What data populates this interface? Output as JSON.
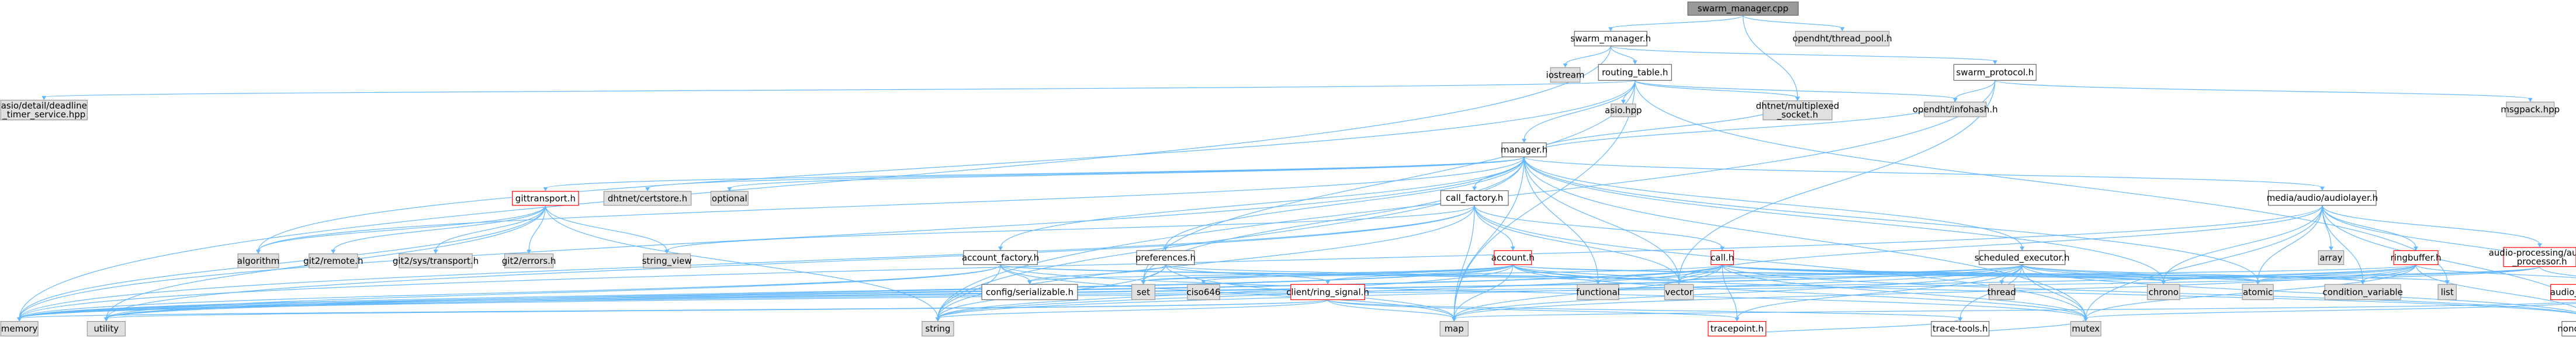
{
  "graph": {
    "title": "swarm_manager.cpp",
    "nodes": [
      {
        "id": "root",
        "label": [
          "swarm_manager.cpp"
        ],
        "style": "root"
      },
      {
        "id": "swarm_manager_h",
        "label": [
          "swarm_manager.h"
        ],
        "style": "doc"
      },
      {
        "id": "opendht_thread_pool",
        "label": [
          "opendht/thread_pool.h"
        ],
        "style": "ext"
      },
      {
        "id": "iostream",
        "label": [
          "iostream"
        ],
        "style": "ext"
      },
      {
        "id": "routing_table_h",
        "label": [
          "routing_table.h"
        ],
        "style": "doc"
      },
      {
        "id": "swarm_protocol_h",
        "label": [
          "swarm_protocol.h"
        ],
        "style": "doc"
      },
      {
        "id": "asio_deadline",
        "label": [
          "asio/detail/deadline",
          "_timer_service.hpp"
        ],
        "style": "ext"
      },
      {
        "id": "manager_h",
        "label": [
          "manager.h"
        ],
        "style": "doc"
      },
      {
        "id": "asio_hpp",
        "label": [
          "asio.hpp"
        ],
        "style": "ext"
      },
      {
        "id": "dhtnet_multiplexed",
        "label": [
          "dhtnet/multiplexed",
          "_socket.h"
        ],
        "style": "ext"
      },
      {
        "id": "opendht_infohash",
        "label": [
          "opendht/infohash.h"
        ],
        "style": "ext"
      },
      {
        "id": "msgpack_hpp",
        "label": [
          "msgpack.hpp"
        ],
        "style": "ext"
      },
      {
        "id": "gittransport_h",
        "label": [
          "gittransport.h"
        ],
        "style": "red"
      },
      {
        "id": "dhtnet_certstore",
        "label": [
          "dhtnet/certstore.h"
        ],
        "style": "ext"
      },
      {
        "id": "optional",
        "label": [
          "optional"
        ],
        "style": "ext"
      },
      {
        "id": "call_factory_h",
        "label": [
          "call_factory.h"
        ],
        "style": "doc"
      },
      {
        "id": "media_audiolayer",
        "label": [
          "media/audio/audiolayer.h"
        ],
        "style": "doc"
      },
      {
        "id": "algorithm",
        "label": [
          "algorithm"
        ],
        "style": "ext"
      },
      {
        "id": "git2_remote",
        "label": [
          "git2/remote.h"
        ],
        "style": "ext"
      },
      {
        "id": "git2_sys_transport",
        "label": [
          "git2/sys/transport.h"
        ],
        "style": "ext"
      },
      {
        "id": "git2_errors",
        "label": [
          "git2/errors.h"
        ],
        "style": "ext"
      },
      {
        "id": "string_view",
        "label": [
          "string_view"
        ],
        "style": "ext"
      },
      {
        "id": "account_factory_h",
        "label": [
          "account_factory.h"
        ],
        "style": "doc"
      },
      {
        "id": "preferences_h",
        "label": [
          "preferences.h"
        ],
        "style": "doc"
      },
      {
        "id": "account_h",
        "label": [
          "account.h"
        ],
        "style": "red"
      },
      {
        "id": "call_h",
        "label": [
          "call.h"
        ],
        "style": "red"
      },
      {
        "id": "scheduled_executor_h",
        "label": [
          "scheduled_executor.h"
        ],
        "style": "doc"
      },
      {
        "id": "array",
        "label": [
          "array"
        ],
        "style": "ext"
      },
      {
        "id": "ringbuffer_h",
        "label": [
          "ringbuffer.h"
        ],
        "style": "red"
      },
      {
        "id": "audio_processing",
        "label": [
          "audio-processing/audio",
          "_processor.h"
        ],
        "style": "red"
      },
      {
        "id": "config_serializable",
        "label": [
          "config/serializable.h"
        ],
        "style": "doc"
      },
      {
        "id": "set",
        "label": [
          "set"
        ],
        "style": "ext"
      },
      {
        "id": "ciso646",
        "label": [
          "ciso646"
        ],
        "style": "ext"
      },
      {
        "id": "client_ring_signal",
        "label": [
          "client/ring_signal.h"
        ],
        "style": "red"
      },
      {
        "id": "functional",
        "label": [
          "functional"
        ],
        "style": "ext"
      },
      {
        "id": "vector",
        "label": [
          "vector"
        ],
        "style": "ext"
      },
      {
        "id": "thread",
        "label": [
          "thread"
        ],
        "style": "ext"
      },
      {
        "id": "chrono",
        "label": [
          "chrono"
        ],
        "style": "ext"
      },
      {
        "id": "atomic",
        "label": [
          "atomic"
        ],
        "style": "ext"
      },
      {
        "id": "condition_variable",
        "label": [
          "condition_variable"
        ],
        "style": "ext"
      },
      {
        "id": "list",
        "label": [
          "list"
        ],
        "style": "ext"
      },
      {
        "id": "audio_frame_resizer",
        "label": [
          "audio_frame_resizer.h"
        ],
        "style": "red"
      },
      {
        "id": "memory",
        "label": [
          "memory"
        ],
        "style": "ext"
      },
      {
        "id": "utility",
        "label": [
          "utility"
        ],
        "style": "ext"
      },
      {
        "id": "string",
        "label": [
          "string"
        ],
        "style": "ext"
      },
      {
        "id": "map",
        "label": [
          "map"
        ],
        "style": "ext"
      },
      {
        "id": "tracepoint_h",
        "label": [
          "tracepoint.h"
        ],
        "style": "red"
      },
      {
        "id": "trace_tools",
        "label": [
          "trace-tools.h"
        ],
        "style": "doc"
      },
      {
        "id": "mutex",
        "label": [
          "mutex"
        ],
        "style": "ext"
      },
      {
        "id": "noncopyable_h",
        "label": [
          "noncopyable.h"
        ],
        "style": "doc"
      }
    ],
    "edges": [
      [
        "root",
        "swarm_manager_h"
      ],
      [
        "root",
        "opendht_thread_pool"
      ],
      [
        "root",
        "dhtnet_multiplexed"
      ],
      [
        "swarm_manager_h",
        "iostream"
      ],
      [
        "swarm_manager_h",
        "routing_table_h"
      ],
      [
        "swarm_manager_h",
        "swarm_protocol_h"
      ],
      [
        "swarm_manager_h",
        "memory"
      ],
      [
        "routing_table_h",
        "asio_deadline"
      ],
      [
        "routing_table_h",
        "manager_h"
      ],
      [
        "routing_table_h",
        "asio_hpp"
      ],
      [
        "routing_table_h",
        "dhtnet_multiplexed"
      ],
      [
        "routing_table_h",
        "opendht_infohash"
      ],
      [
        "routing_table_h",
        "algorithm"
      ],
      [
        "routing_table_h",
        "list"
      ],
      [
        "routing_table_h",
        "set"
      ],
      [
        "routing_table_h",
        "map"
      ],
      [
        "swarm_protocol_h",
        "opendht_infohash"
      ],
      [
        "swarm_protocol_h",
        "msgpack_hpp"
      ],
      [
        "swarm_protocol_h",
        "vector"
      ],
      [
        "swarm_protocol_h",
        "string"
      ],
      [
        "manager_h",
        "gittransport_h"
      ],
      [
        "manager_h",
        "dhtnet_certstore"
      ],
      [
        "manager_h",
        "optional"
      ],
      [
        "manager_h",
        "call_factory_h"
      ],
      [
        "manager_h",
        "media_audiolayer"
      ],
      [
        "manager_h",
        "account_factory_h"
      ],
      [
        "manager_h",
        "preferences_h"
      ],
      [
        "manager_h",
        "scheduled_executor_h"
      ],
      [
        "manager_h",
        "algorithm"
      ],
      [
        "manager_h",
        "memory"
      ],
      [
        "manager_h",
        "functional"
      ],
      [
        "manager_h",
        "vector"
      ],
      [
        "manager_h",
        "atomic"
      ],
      [
        "manager_h",
        "string"
      ],
      [
        "manager_h",
        "map"
      ],
      [
        "manager_h",
        "set"
      ],
      [
        "manager_h",
        "chrono"
      ],
      [
        "manager_h",
        "mutex"
      ],
      [
        "manager_h",
        "dhtnet_multiplexed"
      ],
      [
        "manager_h",
        "opendht_infohash"
      ],
      [
        "gittransport_h",
        "algorithm"
      ],
      [
        "gittransport_h",
        "git2_remote"
      ],
      [
        "gittransport_h",
        "git2_sys_transport"
      ],
      [
        "gittransport_h",
        "git2_errors"
      ],
      [
        "gittransport_h",
        "string_view"
      ],
      [
        "gittransport_h",
        "memory"
      ],
      [
        "gittransport_h",
        "string"
      ],
      [
        "gittransport_h",
        "utility"
      ],
      [
        "call_factory_h",
        "account_h"
      ],
      [
        "call_factory_h",
        "call_h"
      ],
      [
        "call_factory_h",
        "string_view"
      ],
      [
        "call_factory_h",
        "map"
      ],
      [
        "call_factory_h",
        "memory"
      ],
      [
        "call_factory_h",
        "mutex"
      ],
      [
        "call_factory_h",
        "vector"
      ],
      [
        "call_factory_h",
        "utility"
      ],
      [
        "call_factory_h",
        "string"
      ],
      [
        "media_audiolayer",
        "array"
      ],
      [
        "media_audiolayer",
        "ringbuffer_h"
      ],
      [
        "media_audiolayer",
        "audio_processing"
      ],
      [
        "media_audiolayer",
        "noncopyable_h"
      ],
      [
        "media_audiolayer",
        "chrono"
      ],
      [
        "media_audiolayer",
        "atomic"
      ],
      [
        "media_audiolayer",
        "condition_variable"
      ],
      [
        "media_audiolayer",
        "mutex"
      ],
      [
        "media_audiolayer",
        "vector"
      ],
      [
        "media_audiolayer",
        "audio_frame_resizer"
      ],
      [
        "media_audiolayer",
        "memory"
      ],
      [
        "account_factory_h",
        "config_serializable"
      ],
      [
        "account_factory_h",
        "memory"
      ],
      [
        "account_factory_h",
        "string"
      ],
      [
        "account_factory_h",
        "map"
      ],
      [
        "account_factory_h",
        "vector"
      ],
      [
        "account_factory_h",
        "utility"
      ],
      [
        "account_factory_h",
        "functional"
      ],
      [
        "account_factory_h",
        "mutex"
      ],
      [
        "preferences_h",
        "config_serializable"
      ],
      [
        "preferences_h",
        "client_ring_signal"
      ],
      [
        "preferences_h",
        "string"
      ],
      [
        "preferences_h",
        "map"
      ],
      [
        "preferences_h",
        "set"
      ],
      [
        "preferences_h",
        "vector"
      ],
      [
        "account_h",
        "client_ring_signal"
      ],
      [
        "account_h",
        "set"
      ],
      [
        "account_h",
        "ciso646"
      ],
      [
        "account_h",
        "functional"
      ],
      [
        "account_h",
        "vector"
      ],
      [
        "account_h",
        "memory"
      ],
      [
        "account_h",
        "string"
      ],
      [
        "account_h",
        "map"
      ],
      [
        "account_h",
        "mutex"
      ],
      [
        "account_h",
        "chrono"
      ],
      [
        "account_h",
        "atomic"
      ],
      [
        "account_h",
        "config_serializable"
      ],
      [
        "account_h",
        "noncopyable_h"
      ],
      [
        "account_h",
        "utility"
      ],
      [
        "call_h",
        "functional"
      ],
      [
        "call_h",
        "vector"
      ],
      [
        "call_h",
        "set"
      ],
      [
        "call_h",
        "chrono"
      ],
      [
        "call_h",
        "condition_variable"
      ],
      [
        "call_h",
        "list"
      ],
      [
        "call_h",
        "memory"
      ],
      [
        "call_h",
        "string"
      ],
      [
        "call_h",
        "map"
      ],
      [
        "call_h",
        "mutex"
      ],
      [
        "call_h",
        "atomic"
      ],
      [
        "call_h",
        "noncopyable_h"
      ],
      [
        "call_h",
        "tracepoint_h"
      ],
      [
        "call_h",
        "utility"
      ],
      [
        "scheduled_executor_h",
        "thread"
      ],
      [
        "scheduled_executor_h",
        "functional"
      ],
      [
        "scheduled_executor_h",
        "vector"
      ],
      [
        "scheduled_executor_h",
        "chrono"
      ],
      [
        "scheduled_executor_h",
        "atomic"
      ],
      [
        "scheduled_executor_h",
        "condition_variable"
      ],
      [
        "scheduled_executor_h",
        "map"
      ],
      [
        "scheduled_executor_h",
        "mutex"
      ],
      [
        "scheduled_executor_h",
        "memory"
      ],
      [
        "scheduled_executor_h",
        "noncopyable_h"
      ],
      [
        "scheduled_executor_h",
        "trace_tools"
      ],
      [
        "scheduled_executor_h",
        "tracepoint_h"
      ],
      [
        "scheduled_executor_h",
        "utility"
      ],
      [
        "scheduled_executor_h",
        "string"
      ],
      [
        "ringbuffer_h",
        "chrono"
      ],
      [
        "ringbuffer_h",
        "atomic"
      ],
      [
        "ringbuffer_h",
        "condition_variable"
      ],
      [
        "ringbuffer_h",
        "map"
      ],
      [
        "ringbuffer_h",
        "vector"
      ],
      [
        "ringbuffer_h",
        "audio_frame_resizer"
      ],
      [
        "ringbuffer_h",
        "noncopyable_h"
      ],
      [
        "ringbuffer_h",
        "mutex"
      ],
      [
        "ringbuffer_h",
        "memory"
      ],
      [
        "audio_processing",
        "audio_frame_resizer"
      ],
      [
        "audio_processing",
        "chrono"
      ],
      [
        "audio_processing",
        "atomic"
      ],
      [
        "audio_processing",
        "memory"
      ],
      [
        "audio_frame_resizer",
        "noncopyable_h"
      ],
      [
        "audio_frame_resizer",
        "mutex"
      ],
      [
        "audio_frame_resizer",
        "map"
      ],
      [
        "client_ring_signal",
        "map"
      ],
      [
        "client_ring_signal",
        "string"
      ],
      [
        "client_ring_signal",
        "trace_tools"
      ],
      [
        "client_ring_signal",
        "tracepoint_h"
      ],
      [
        "client_ring_signal",
        "memory"
      ],
      [
        "client_ring_signal",
        "utility"
      ],
      [
        "tracepoint_h",
        "trace_tools"
      ],
      [
        "trace_tools",
        "mutex"
      ]
    ]
  }
}
